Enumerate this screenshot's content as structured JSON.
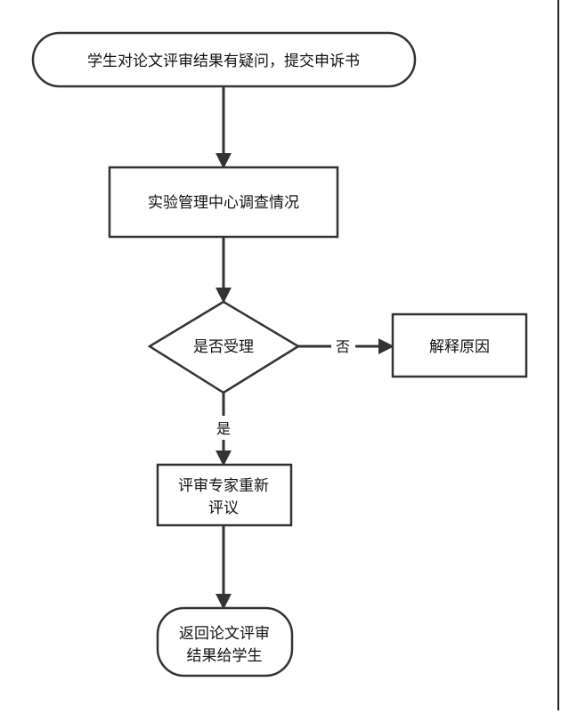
{
  "flowchart": {
    "start": {
      "label": "学生对论文评审结果有疑问，提交申诉书"
    },
    "investigate": {
      "label": "实验管理中心调查情况"
    },
    "decision": {
      "label": "是否受理"
    },
    "reject": {
      "label": "解释原因"
    },
    "review": {
      "label_line1": "评审专家重新",
      "label_line2": "评议"
    },
    "end": {
      "label_line1": "返回论文评审",
      "label_line2": "结果给学生"
    },
    "edges": {
      "no_label": "否",
      "yes_label": "是"
    }
  }
}
